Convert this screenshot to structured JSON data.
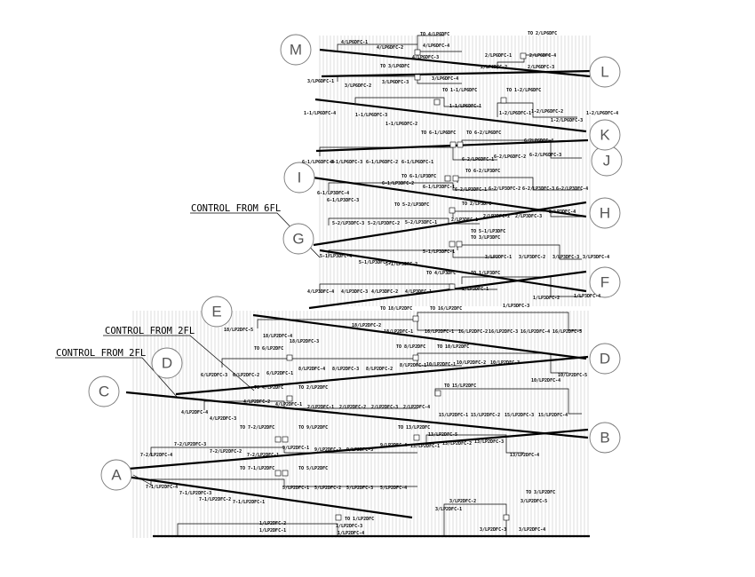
{
  "grid_lines": [
    "A",
    "B",
    "C",
    "D",
    "D",
    "E",
    "F",
    "G",
    "H",
    "I",
    "J",
    "K",
    "L",
    "M"
  ],
  "control_notes": [
    "CONTROL FROM 6FL",
    "CONTROL FROM 2FL",
    "CONTROL FROM 2FL"
  ],
  "labels": {
    "m_l": [
      "TO 4/LP6DFC",
      "4/LP6DFC-1",
      "4/LP6DFC-2",
      "4/LP6DFC-4",
      "4/LP6DFC-3",
      "TO 2/LP6DFC",
      "2/LP6DFC-1",
      "2/LP6DFC-4",
      "2/LP6DFC-2",
      "2/LP6DFC-3",
      "TO 3/LP6DFC",
      "3/LP6DFC-1",
      "3/LP6DFC-2",
      "3/LP6DFC-3",
      "3/LP6DFC-4"
    ],
    "l_k": [
      "TO 1-1/LP6DFC",
      "TO 1-2/LP6DFC",
      "1-1/LP6DFC-1",
      "1-1/LP6DFC-3",
      "1-1/LP6DFC-2",
      "1-1/LP6DFC-4",
      "1-2/LP6DFC-1",
      "1-2/LP6DFC-2",
      "1-2/LP6DFC-3",
      "1-2/LP6DFC-4"
    ],
    "k_i": [
      "TO 6-1/LP6DFC",
      "TO 6-2/LP6DFC",
      "6-1/LP6DFC-4",
      "6-1/LP6DFC-3",
      "6-1/LP6DFC-2",
      "6-1/LP6DFC-1",
      "6/2LP6DFC-4",
      "6-2/LP6DFC-1",
      "6-2/LP6DFC-2",
      "6-2/LP6DFC-3",
      "TO 6-1/LP3DFC",
      "TO 6-2/LP3DFC",
      "6-1/LP3DFC-4",
      "6-1/LP3DFC-3",
      "6-1/LP3DFC-2",
      "6-1/LP3DFC-1",
      "6-2/LP3DFC-1",
      "6-2/LP3DFC-2",
      "6-2/LP3DFC-3",
      "6-2/LP3DFC-4"
    ],
    "h_g": [
      "TO 5-2/LP3DFC",
      "TO 2/LP3DFC",
      "5-2/LP3DFC-3",
      "5-2/LP3DFC-2",
      "5-2/LP3DFC-1",
      "2/LP3DFC-1",
      "2/LP3DFC-2",
      "2/LP3DFC-3",
      "2/LP3DFC-4",
      "TO 5-1/LP3DFC",
      "TO 3/LP3DFC",
      "5-1/LP3DFC-4",
      "5-1/LP3DFC-3",
      "5-1/LP3DFC-2",
      "5-1/LP3DFC-1",
      "3/LP3DFC-1",
      "3/LP3DFC-2",
      "3/LP3DFC-3",
      "3/LP3DFC-4"
    ],
    "g_f": [
      "TO 4/LP3DFC",
      "TO 1/LP3DFC",
      "4/LP3DFC-4",
      "4/LP3DFC-3",
      "4/LP3DFC-2",
      "4/LP3DFC-1",
      "1/LP3DFC-1",
      "1/LP3DFC-2",
      "1/LP3DFC-3",
      "1/LP3DFC-4"
    ],
    "e_d": [
      "TO 18/LP2DFC",
      "TO 16/LP2DFC",
      "18/LP2DFC-5",
      "18/LP2DFC-4",
      "18/LP2DFC-3",
      "18/LP2DFC-2",
      "18/LP2DFC-1",
      "16/LP2DFC-1",
      "16/LP2DFC-2",
      "16/LP2DFC-3",
      "16/LP2DFC-4",
      "16/LP2DFC-5",
      "TO 8/LP2DFC",
      "TO 10/LP2DFC",
      "8/LP2DFC-4",
      "8/LP2DFC-3",
      "8/LP2DFC-2",
      "8/LP2DFC-1",
      "10/LP2DFC-1",
      "10/LP2DFC-2",
      "10/LP2DFC-3",
      "10/LP2DFC-4",
      "10/LP2DFC-5",
      "6/LP2DFC-3",
      "6/LP2DFC-2",
      "6/LP2DFC-1",
      "TO 6/LP2DFC"
    ],
    "d_c": [
      "TO 4/LP2DFC",
      "TO 2/LP2DFC",
      "TO 15/LP2DFC",
      "4/LP2DFC-4",
      "4/LP2DFC-3",
      "4/LP2DFC-2",
      "4/LP2DFC-1",
      "2/LP2DFC-1",
      "2/LP2DFC-2",
      "2/LP2DFC-3",
      "2/LP2DFC-4",
      "15/LP2DFC-1",
      "15/LP2DFC-2",
      "15/LP2DFC-3",
      "15/LP2DFC-4"
    ],
    "c_b": [
      "TO 7-2/LP2DFC",
      "TO 9/LP2DFC",
      "TO 13/LP2DFC",
      "7-2/LP2DFC-4",
      "7-2/LP2DFC-3",
      "7-2/LP2DFC-2",
      "7-2/LP2DFC-1",
      "9/LP2DFC-1",
      "9/LP2DFC-2",
      "9/LP2DFC-3",
      "9/LP2DFC-4",
      "13/LP2DFC-5",
      "13/LP2DFC-1",
      "13/LP2DFC-2",
      "13/LP2DFC-3",
      "13/LP2DFC-4"
    ],
    "b_a": [
      "TO 7-1/LP2DFC",
      "TO 5/LP2DFC",
      "7-1/LP2DFC-4",
      "7-1/LP2DFC-3",
      "7-1/LP2DFC-2",
      "7-1/LP2DFC-1",
      "5/LP2DFC-1",
      "5/LP2DFC-2",
      "5/LP2DFC-3",
      "5/LP2DFC-4"
    ],
    "bottom": [
      "TO 1/LP2DFC",
      "1/LP2DFC-2",
      "1/LP2DFC-1",
      "1/LP2DFC-3",
      "1/LP2DFC-4",
      "TO 3/LP2DFC",
      "3/LP2DFC-2",
      "3/LP2DFC-5",
      "3/LP2DFC-1",
      "3/LP2DFC-3",
      "3/LP2DFC-4"
    ]
  }
}
